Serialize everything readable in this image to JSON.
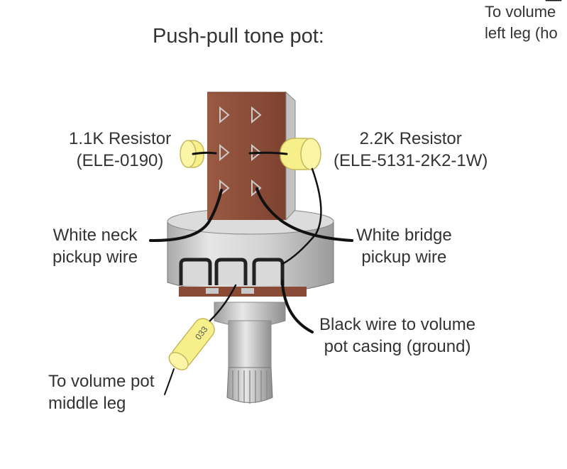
{
  "title": "Push-pull tone pot:",
  "corner_note": {
    "line1": "To volume",
    "line2": "left leg (ho"
  },
  "labels": {
    "resistor_left": {
      "line1": "1.1K Resistor",
      "line2": "(ELE-0190)"
    },
    "resistor_right": {
      "line1": "2.2K Resistor",
      "line2": "(ELE-5131-2K2-1W)"
    },
    "neck_wire": {
      "line1": "White neck",
      "line2": "pickup wire"
    },
    "bridge_wire": {
      "line1": "White bridge",
      "line2": "pickup wire"
    },
    "ground_wire": {
      "line1": "Black wire to volume",
      "line2": "pot casing (ground)"
    },
    "volume_middle": {
      "line1": "To volume pot",
      "line2": "middle leg"
    }
  },
  "capacitor_text": "033",
  "colors": {
    "switch_body": "#8a4b36",
    "resistor": "#f7ef8a",
    "pot_body": "#c8c8c8",
    "wire": "#111111",
    "text": "#333333"
  }
}
